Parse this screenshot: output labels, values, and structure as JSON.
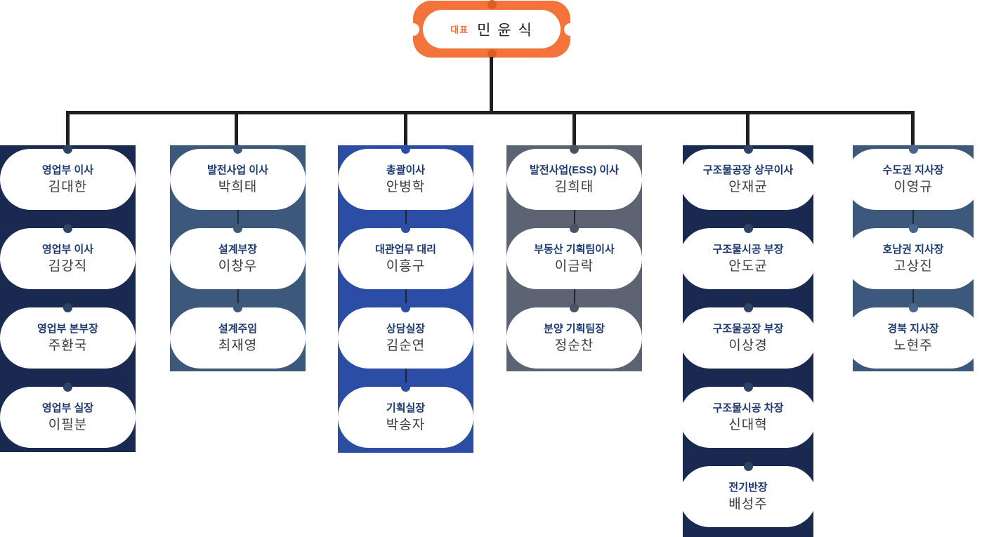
{
  "ceo": {
    "label": "대표",
    "name": "민 윤 식"
  },
  "colors": {
    "accent_orange": "#f4733a",
    "accent_orange_dark": "#d85f20",
    "connector_line": "#1f1f1f",
    "pill_background": "#ffffff",
    "title_text": "#1c3a70",
    "name_text": "#3d3d3d"
  },
  "columns": [
    {
      "id": "sales",
      "colors": {
        "bg": "#1a2950",
        "dot": "#2e4166"
      },
      "members": [
        {
          "title": "영업부 이사",
          "name": "김대한"
        },
        {
          "title": "영업부 이사",
          "name": "김강직"
        },
        {
          "title": "영업부 본부장",
          "name": "주환국"
        },
        {
          "title": "영업부 실장",
          "name": "이필분"
        }
      ]
    },
    {
      "id": "power-business",
      "colors": {
        "bg": "#3c587a",
        "dot": "#3c587a"
      },
      "members": [
        {
          "title": "발전사업 이사",
          "name": "박희태"
        },
        {
          "title": "설계부장",
          "name": "이창우"
        },
        {
          "title": "설계주임",
          "name": "최재영"
        }
      ]
    },
    {
      "id": "general-management",
      "colors": {
        "bg": "#2b4da4",
        "dot": "#2b4da4"
      },
      "members": [
        {
          "title": "총괄이사",
          "name": "안병학"
        },
        {
          "title": "대관업무 대리",
          "name": "이흥구"
        },
        {
          "title": "상담실장",
          "name": "김순연"
        },
        {
          "title": "기획실장",
          "name": "박송자"
        }
      ]
    },
    {
      "id": "ess-business",
      "colors": {
        "bg": "#5c6474",
        "dot": "#4b5464"
      },
      "members": [
        {
          "title": "발전사업(ESS) 이사",
          "name": "김희태"
        },
        {
          "title": "부동산 기획팀이사",
          "name": "이금락"
        },
        {
          "title": "분양 기획팀장",
          "name": "정순찬"
        }
      ]
    },
    {
      "id": "structure-factory",
      "colors": {
        "bg": "#1a2950",
        "dot": "#2e4166"
      },
      "members": [
        {
          "title": "구조물공장 상무이사",
          "name": "안재균"
        },
        {
          "title": "구조물시공 부장",
          "name": "안도균"
        },
        {
          "title": "구조물공장 부장",
          "name": "이상경"
        },
        {
          "title": "구조물시공 차장",
          "name": "신대혁"
        },
        {
          "title": "전기반장",
          "name": "배성주"
        }
      ]
    },
    {
      "id": "branch-offices",
      "colors": {
        "bg": "#3c587a",
        "dot": "#48678c"
      },
      "members": [
        {
          "title": "수도권 지사장",
          "name": "이영규"
        },
        {
          "title": "호남권 지사장",
          "name": "고상진"
        },
        {
          "title": "경북 지사장",
          "name": "노현주"
        }
      ]
    }
  ]
}
